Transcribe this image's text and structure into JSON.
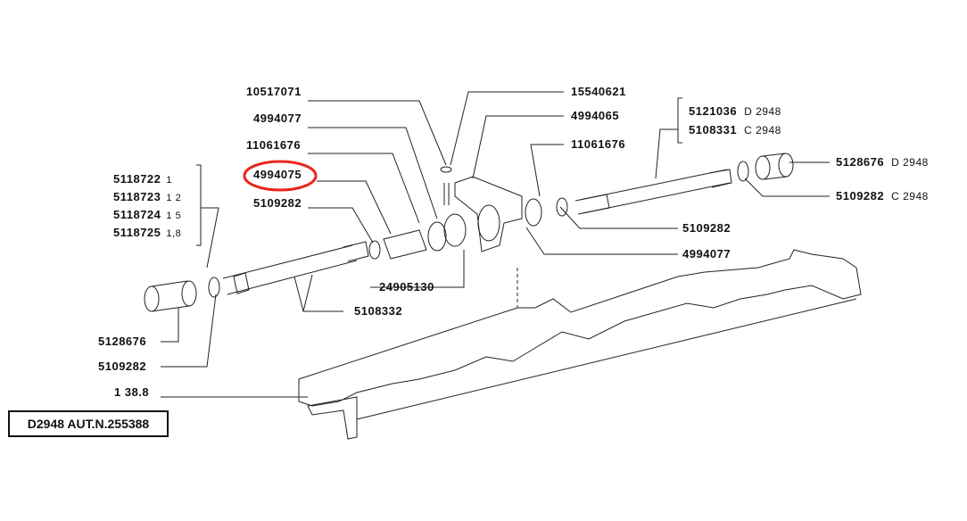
{
  "diagram": {
    "labels_left": [
      {
        "code": "10517071"
      },
      {
        "code": "4994077"
      },
      {
        "code": "11061676"
      },
      {
        "code": "4994075",
        "highlighted": true
      },
      {
        "code": "5109282"
      }
    ],
    "shaft_group": [
      {
        "code": "5118722",
        "note": "1"
      },
      {
        "code": "5118723",
        "note": "1 2"
      },
      {
        "code": "5118724",
        "note": "1 5"
      },
      {
        "code": "5118725",
        "note": "1,8"
      }
    ],
    "labels_bottom_left": [
      {
        "code": "5128676"
      },
      {
        "code": "5109282"
      },
      {
        "code": "1 38.8"
      }
    ],
    "labels_center": [
      {
        "code": "24905130"
      },
      {
        "code": "5108332"
      }
    ],
    "labels_top_right": [
      {
        "code": "15540621"
      },
      {
        "code": "4994065"
      },
      {
        "code": "11061676"
      }
    ],
    "right_group": [
      {
        "code": "5121036",
        "note": "D 2948"
      },
      {
        "code": "5108331",
        "note": "C 2948"
      }
    ],
    "labels_far_right": [
      {
        "code": "5128676",
        "note": "D 2948"
      },
      {
        "code": "5109282",
        "note": "C 2948"
      }
    ],
    "labels_lower_right": [
      {
        "code": "5109282"
      },
      {
        "code": "4994077"
      }
    ],
    "model_tag": "D2948 AUT.N.255388",
    "highlight_color": "#e8261f"
  }
}
